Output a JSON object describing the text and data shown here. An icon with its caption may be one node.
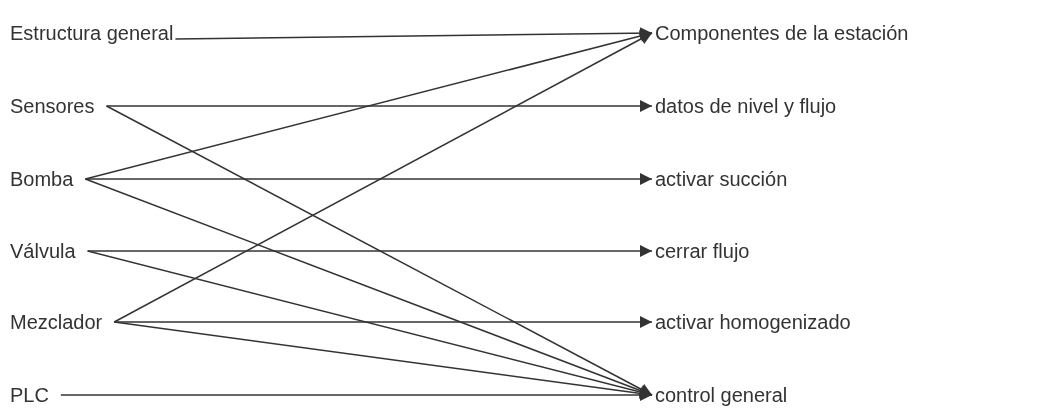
{
  "diagram": {
    "nodes": [
      {
        "text": [
          "Estructura general"
        ]
      },
      {
        "text": [
          "Sensores"
        ]
      },
      {
        "text": [
          "Bomba"
        ]
      },
      {
        "text": [
          "Válvula"
        ]
      },
      {
        "text": [
          "Mezclador"
        ]
      },
      {
        "text": [
          "PLC"
        ]
      },
      {
        "text": [
          "Componentes de la estación"
        ]
      },
      {
        "text": [
          "datos de nivel y flujo"
        ]
      },
      {
        "text": [
          "activar succión"
        ]
      },
      {
        "text": [
          "cerrar flujo"
        ]
      },
      {
        "text": [
          "activar homogenizado"
        ]
      },
      {
        "text": [
          "control general"
        ]
      }
    ],
    "edges": [
      {
        "from": 0,
        "to": 6,
        "arrow": "to"
      },
      {
        "from": 1,
        "to": 7,
        "arrow": "to"
      },
      {
        "from": 1,
        "to": 11,
        "arrow": "to"
      },
      {
        "from": 2,
        "to": 6,
        "arrow": "to"
      },
      {
        "from": 2,
        "to": 8,
        "arrow": "to"
      },
      {
        "from": 2,
        "to": 11,
        "arrow": "to"
      },
      {
        "from": 3,
        "to": 9,
        "arrow": "to"
      },
      {
        "from": 3,
        "to": 11,
        "arrow": "to"
      },
      {
        "from": 4,
        "to": 6,
        "arrow": "to"
      },
      {
        "from": 4,
        "to": 10,
        "arrow": "to"
      },
      {
        "from": 4,
        "to": 11,
        "arrow": "to"
      },
      {
        "from": 5,
        "to": 11,
        "arrow": "to"
      }
    ]
  }
}
